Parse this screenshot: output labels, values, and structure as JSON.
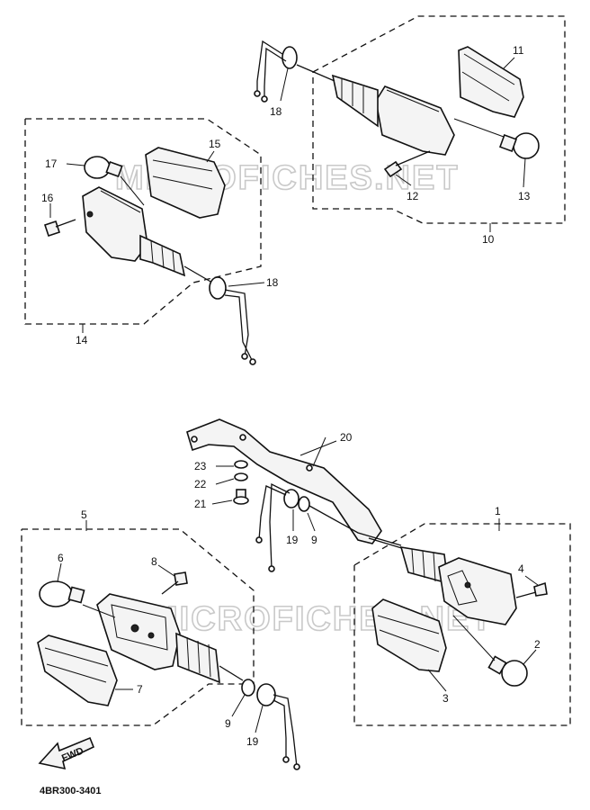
{
  "diagram": {
    "watermark": "MICROFICHES.NET",
    "catalog_code": "4BR300-3401",
    "fwd_label": "FWD",
    "callouts": {
      "c1": "1",
      "c2": "2",
      "c3": "3",
      "c4": "4",
      "c5": "5",
      "c6": "6",
      "c7": "7",
      "c8": "8",
      "c9a": "9",
      "c9b": "9",
      "c10": "10",
      "c11": "11",
      "c12": "12",
      "c13": "13",
      "c14": "14",
      "c15": "15",
      "c16": "16",
      "c17": "17",
      "c18a": "18",
      "c18b": "18",
      "c19a": "19",
      "c19b": "19",
      "c20": "20",
      "c21": "21",
      "c22": "22",
      "c23": "23"
    }
  }
}
